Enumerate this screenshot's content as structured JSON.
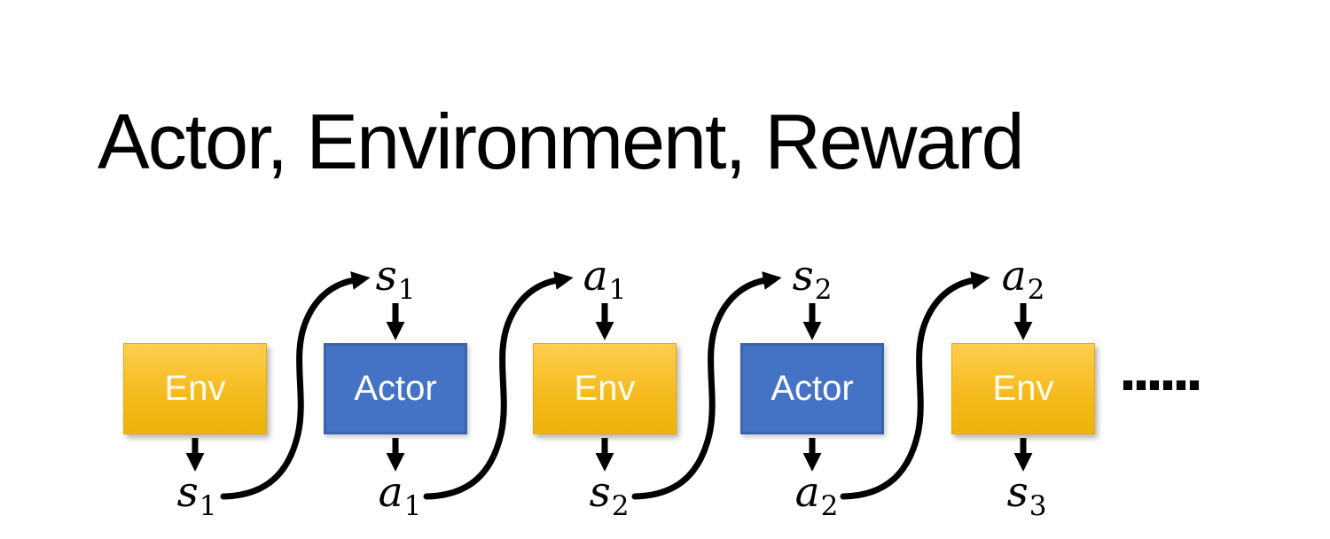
{
  "title": "Actor, Environment, Reward",
  "diagram": {
    "boxes": [
      {
        "label": "Env",
        "type": "env"
      },
      {
        "label": "Actor",
        "type": "actor"
      },
      {
        "label": "Env",
        "type": "env"
      },
      {
        "label": "Actor",
        "type": "actor"
      },
      {
        "label": "Env",
        "type": "env"
      }
    ],
    "top_labels": [
      {
        "base": "s",
        "sub": "1"
      },
      {
        "base": "a",
        "sub": "1"
      },
      {
        "base": "s",
        "sub": "2"
      },
      {
        "base": "a",
        "sub": "2"
      }
    ],
    "bottom_labels": [
      {
        "base": "s",
        "sub": "1"
      },
      {
        "base": "a",
        "sub": "1"
      },
      {
        "base": "s",
        "sub": "2"
      },
      {
        "base": "a",
        "sub": "2"
      },
      {
        "base": "s",
        "sub": "3"
      }
    ],
    "ellipsis": "......",
    "colors": {
      "env_gradient_top": "#FFCE50",
      "env_gradient_bottom": "#ECB30B",
      "actor_fill": "#4472C4",
      "actor_border": "#3A62AD",
      "arrow": "#000000",
      "text": "#000000",
      "box_text": "#FFFFFF"
    }
  }
}
